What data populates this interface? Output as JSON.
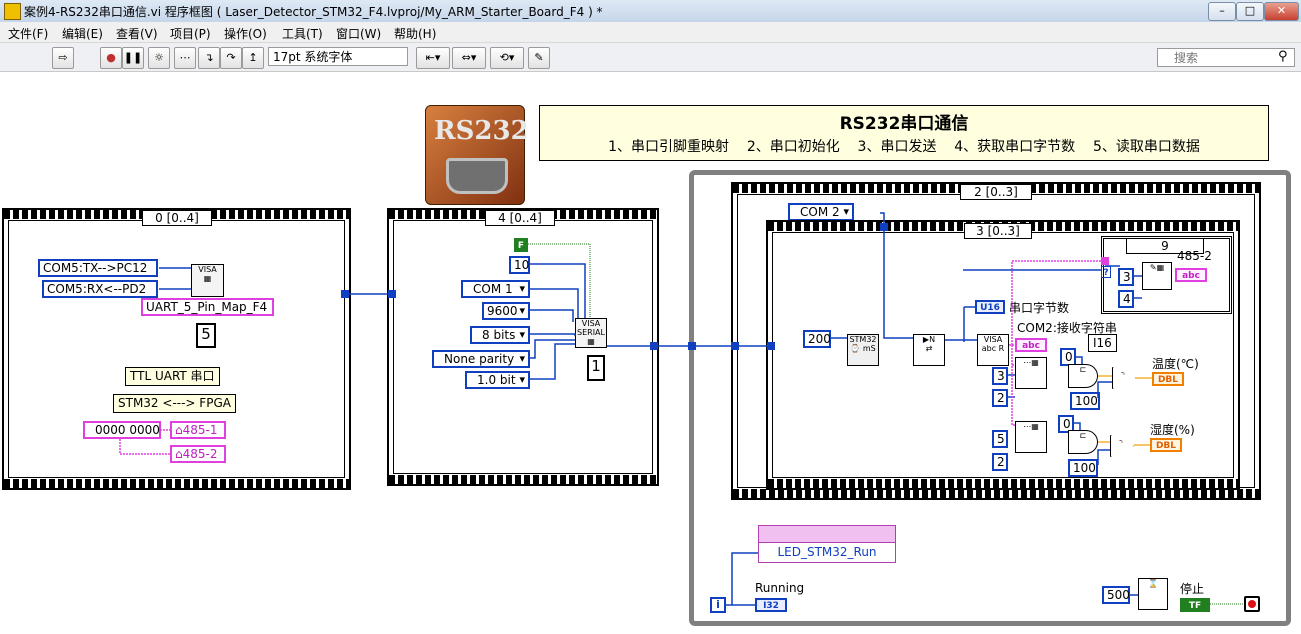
{
  "window": {
    "title": "案例4-RS232串口通信.vi 程序框图 ( Laser_Detector_STM32_F4.lvproj/My_ARM_Starter_Board_F4 ) *",
    "minimize": "–",
    "maximize": "□",
    "close": "✕"
  },
  "menu": [
    "文件(F)",
    "编辑(E)",
    "查看(V)",
    "项目(P)",
    "操作(O)",
    "工具(T)",
    "窗口(W)",
    "帮助(H)"
  ],
  "toolbar": {
    "font": "17pt 系统字体",
    "search_placeholder": "搜索"
  },
  "banner": {
    "logo": "RS232",
    "title": "RS232串口通信",
    "subtitle": "1、串口引脚重映射    2、串口初始化    3、串口发送    4、获取串口字节数    5、读取串口数据"
  },
  "frame0": {
    "selector": "0 [0..4]",
    "tx_pin": "COM5:TX-->PC12",
    "rx_pin": "COM5:RX<--PD2",
    "pin_map": "UART_5_Pin_Map_F4",
    "pin_map_value": "5",
    "note1": "TTL  UART 串口",
    "note2": "STM32 <---> FPGA",
    "init_string": "0000 0000",
    "out1": "485-1",
    "out2": "485-2"
  },
  "frame4": {
    "selector": "4 [0..4]",
    "flag": "F",
    "timeout": "10",
    "port": "COM 1",
    "baud": "9600",
    "data_bits": "8 bits",
    "parity": "None parity",
    "stop_bits": "1.0 bit",
    "result": "1"
  },
  "loop": {
    "outer_selector": "2 [0..3]",
    "port": "COM 2",
    "inner_selector": "3 [0..3]",
    "case_selector": "9",
    "case_label": "485-2",
    "const_3a": "3",
    "const_4": "4",
    "delay": "200",
    "bytes_label": "串口字节数",
    "recv_label": "COM2:接收字符串",
    "i16": "I16",
    "c3": "3",
    "c2a": "2",
    "c0a": "0",
    "c100a": "100",
    "temp_label": "温度(℃)",
    "c5": "5",
    "c2b": "2",
    "c0b": "0",
    "c100b": "100",
    "hum_label": "湿度(%)",
    "led": "LED_STM32_Run",
    "running": "Running",
    "iter": "i",
    "wait": "500",
    "stop": "停止",
    "stop_tf": "TF"
  },
  "terminals": {
    "u16": "U16",
    "abc": "abc",
    "dbl": "DBL",
    "i32": "I32"
  }
}
